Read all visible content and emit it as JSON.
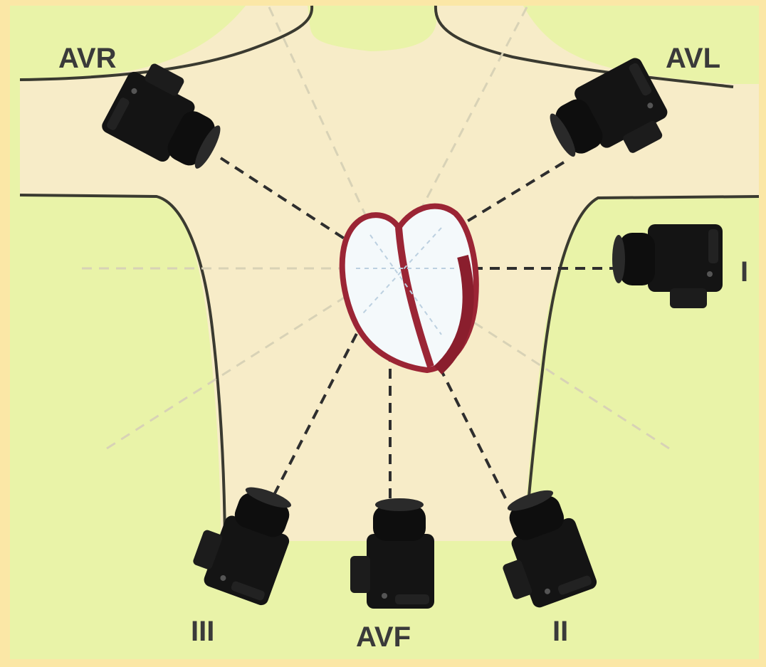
{
  "diagram": {
    "leads": [
      {
        "id": "avr",
        "label": "AVR"
      },
      {
        "id": "avl",
        "label": "AVL"
      },
      {
        "id": "i",
        "label": "I"
      },
      {
        "id": "ii",
        "label": "II"
      },
      {
        "id": "iii",
        "label": "III"
      },
      {
        "id": "avf",
        "label": "AVF"
      }
    ]
  },
  "colors": {
    "border": "#fbe7a6",
    "background": "#e9f3a8",
    "body": "#f7ecc8",
    "outline": "#3a3a30",
    "heart_outline": "#9b2535",
    "heart_fill": "#f4f9fb",
    "camera": "#141414",
    "dashed_dark": "#2e2e2e",
    "dashed_faint": "#d8d2b6"
  }
}
